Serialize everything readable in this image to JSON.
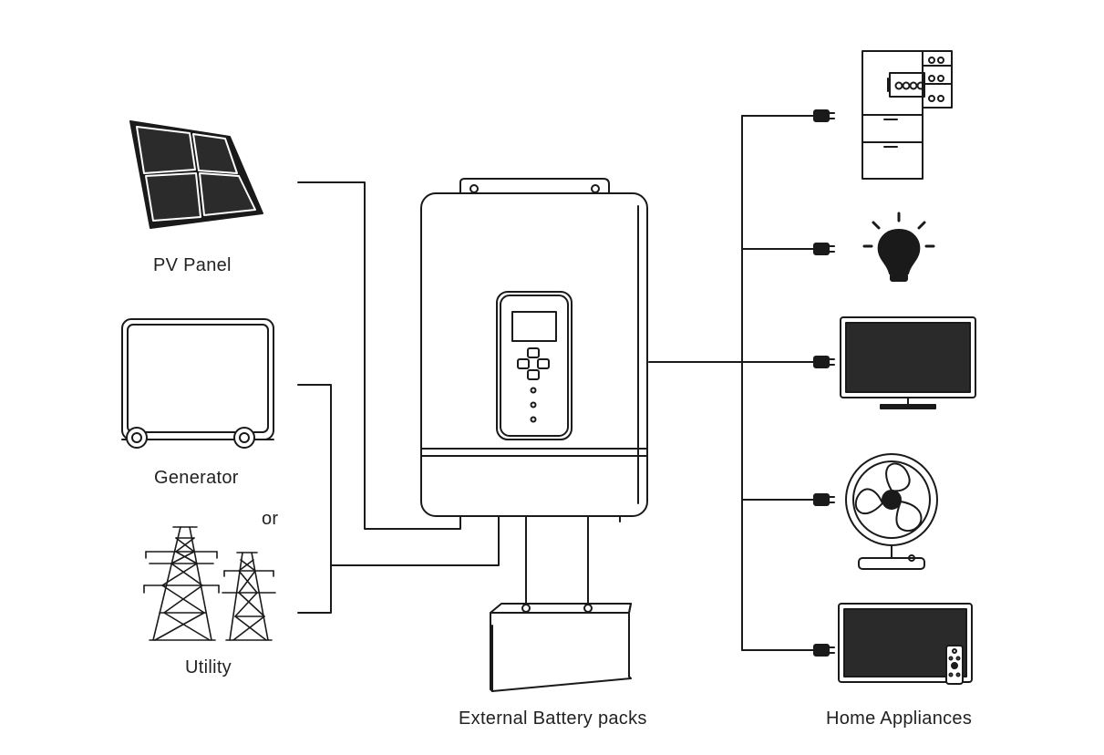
{
  "labels": {
    "pv_panel": "PV Panel",
    "generator": "Generator",
    "or": "or",
    "utility": "Utility",
    "battery": "External Battery packs",
    "appliances": "Home Appliances"
  },
  "colors": {
    "line": "#1a1a1a",
    "panel_fill": "#2b2b2b",
    "screen_fill": "#2a2a2a",
    "background": "#ffffff"
  }
}
